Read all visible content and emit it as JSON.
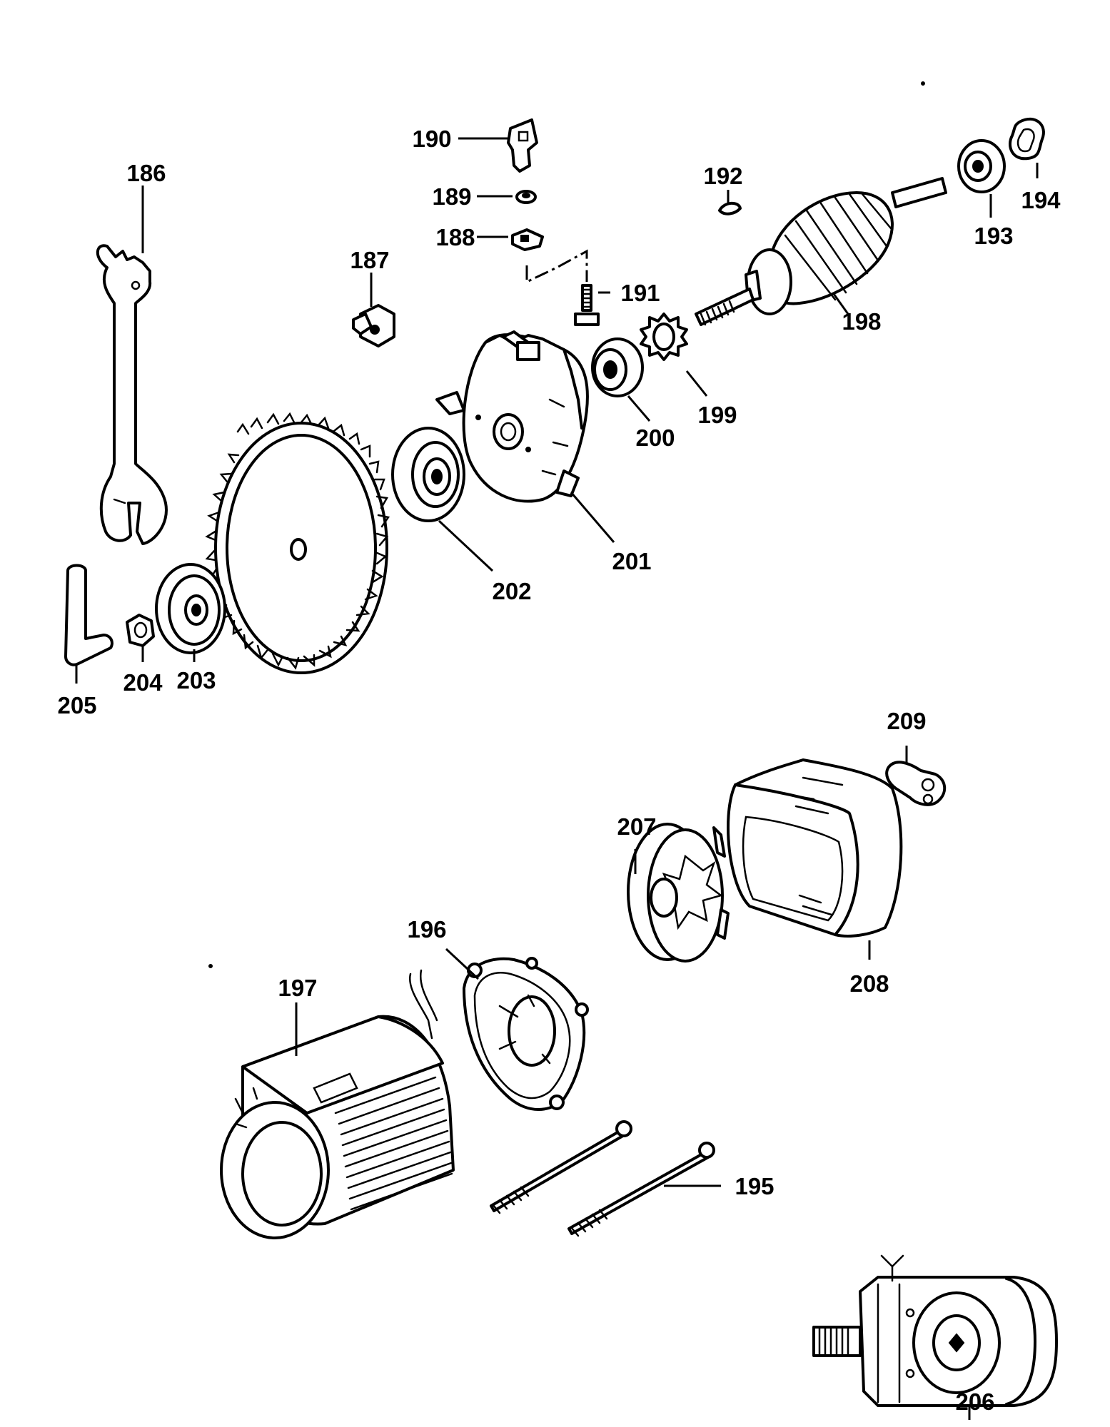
{
  "labels": {
    "p186": "186",
    "p187": "187",
    "p188": "188",
    "p189": "189",
    "p190": "190",
    "p191": "191",
    "p192": "192",
    "p193": "193",
    "p194": "194",
    "p195": "195",
    "p196": "196",
    "p197": "197",
    "p198": "198",
    "p199": "199",
    "p200": "200",
    "p201": "201",
    "p202": "202",
    "p203": "203",
    "p204": "204",
    "p205": "205",
    "p206": "206",
    "p207": "207",
    "p208": "208",
    "p209": "209"
  }
}
